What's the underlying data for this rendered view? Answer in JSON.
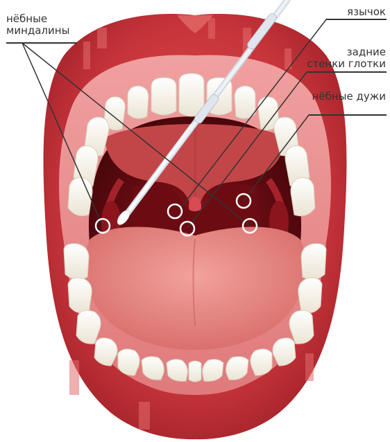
{
  "labels": {
    "palatine_tonsils": [
      "нёбные",
      "миндалины"
    ],
    "uvula": [
      "язычок"
    ],
    "posterior_pharyngeal_wall": [
      "задние",
      "стенки глотки"
    ],
    "palatine_arches": [
      "нёбные дужи"
    ]
  },
  "colors": {
    "lip": "#c7353b",
    "lip_highlight": "#e26a69",
    "gum": "#e88a8c",
    "mouth_dark": "#5a0a0f",
    "tongue": "#e5827e",
    "tooth": "#f7f2e8",
    "swab_stick": "#dfe6ee",
    "leader_line": "#333333"
  },
  "icons": {
    "mouth": "open-mouth-illustration",
    "swab": "throat-swab-icon"
  }
}
